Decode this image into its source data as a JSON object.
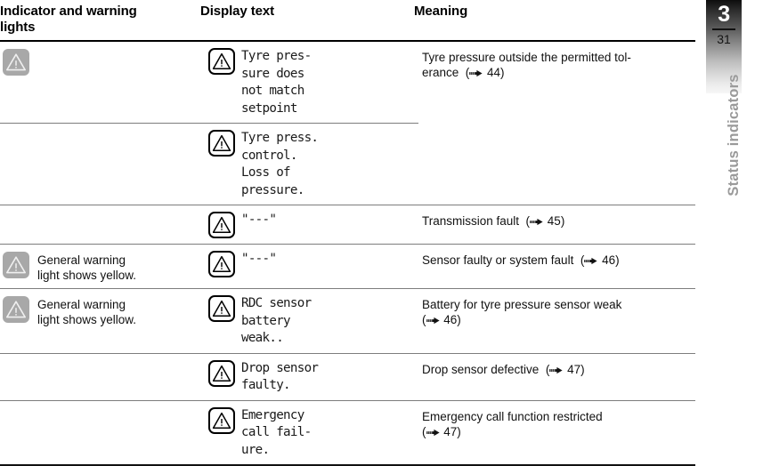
{
  "chapter": {
    "number": "3",
    "page": "31",
    "side_label": "Status indicators"
  },
  "table": {
    "headers": {
      "indicator": "Indicator and warning\nlights",
      "display": "Display text",
      "meaning": "Meaning"
    },
    "rows": [
      {
        "indicator_icon": "warning-triangle-icon",
        "indicator_text": "",
        "display_icon": "warning-triangle-icon",
        "display_text": "Tyre pres-\nsure does\nnot match\nsetpoint",
        "meaning_text": "Tyre pressure outside the permitted tol-\nerance",
        "meaning_ref": "44",
        "divider": "partial"
      },
      {
        "indicator_icon": "",
        "indicator_text": "",
        "display_icon": "warning-triangle-icon",
        "display_text": "Tyre press.\ncontrol.\nLoss of\npressure.",
        "meaning_text": "",
        "meaning_ref": "",
        "divider": "full"
      },
      {
        "indicator_icon": "",
        "indicator_text": "",
        "display_icon": "warning-triangle-icon",
        "display_text": "\"---\"",
        "meaning_text": "Transmission fault",
        "meaning_ref": "45",
        "divider": "full"
      },
      {
        "indicator_icon": "warning-triangle-icon",
        "indicator_text": "General warning\nlight shows yellow.",
        "display_icon": "warning-triangle-icon",
        "display_text": "\"---\"",
        "meaning_text": "Sensor faulty or system fault",
        "meaning_ref": "46",
        "divider": "full"
      },
      {
        "indicator_icon": "warning-triangle-icon",
        "indicator_text": "General warning\nlight shows yellow.",
        "display_icon": "warning-triangle-icon",
        "display_text": "RDC sensor\nbattery\nweak..",
        "meaning_text": "Battery for tyre pressure sensor weak",
        "meaning_ref": "46",
        "meaning_ref_own_line": true,
        "divider": "full"
      },
      {
        "indicator_icon": "",
        "indicator_text": "",
        "display_icon": "warning-triangle-icon",
        "display_text": "Drop sensor\nfaulty.",
        "meaning_text": "Drop sensor defective",
        "meaning_ref": "47",
        "divider": "full"
      },
      {
        "indicator_icon": "",
        "indicator_text": "",
        "display_icon": "warning-triangle-icon",
        "display_text": "Emergency\ncall fail-\nure.",
        "meaning_text": "Emergency call function restricted",
        "meaning_ref": "47",
        "meaning_ref_own_line": true,
        "divider": "bottom"
      }
    ]
  },
  "colors": {
    "icon_gray": "#a8a8a8",
    "rule_gray": "#7d7d7d",
    "rule_dark": "#111111",
    "side_label_gray": "#9a9a9a"
  }
}
